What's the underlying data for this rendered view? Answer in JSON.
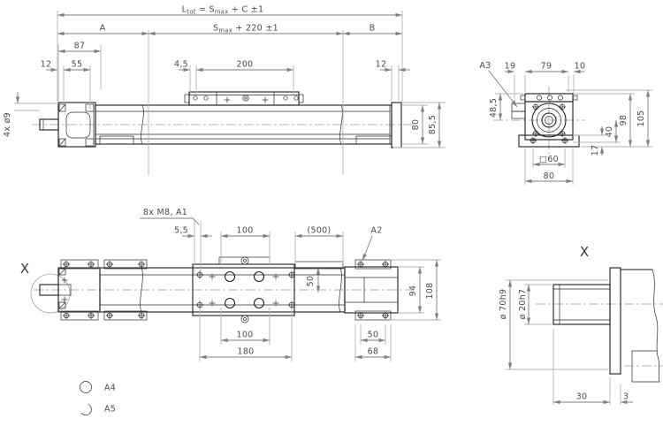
{
  "meta": {
    "kind": "technical-dimension-drawing",
    "subject": "linear-actuator-unit",
    "colors": {
      "object_line": "#1d1d1d",
      "dimension_line": "#7d7d7d",
      "extension_line": "#b4b4b4",
      "text": "#4a4a4a",
      "background": "#ffffff"
    }
  },
  "labels": {
    "side": {
      "ltot": {
        "p1": "L",
        "s1": "tot",
        "p2": " =  S",
        "s2": "max",
        "p3": " +  C  ±1"
      },
      "a": "A",
      "smax": {
        "p1": "S",
        "s1": "max",
        "p2": " +  220  ±1"
      },
      "b": "B",
      "d87": "87",
      "d12l": "12",
      "d55": "55",
      "d45": "4,5",
      "d200": "200",
      "d12r": "12",
      "holes": "4x  ø9",
      "d80": "80",
      "d855": "85,5"
    },
    "end": {
      "a3": "A3",
      "d19": "19",
      "d79": "79",
      "d10": "10",
      "d485": "48,5",
      "d98": "98",
      "d105": "105",
      "d40": "40",
      "d17": "17",
      "sq60": "□60",
      "d80": "80"
    },
    "plan": {
      "x": "X",
      "m8": "8x  M8,  A1",
      "d55": "5,5",
      "d100t": "100",
      "d500": "(500)",
      "a2": "A2",
      "d50m": "50",
      "d94": "94",
      "d108": "108",
      "d100b": "100",
      "d180": "180",
      "d50b": "50",
      "d68": "68"
    },
    "detail": {
      "x": "X",
      "dia70": "ø 70h9",
      "dia20": "ø 20h7",
      "d30": "30",
      "d3": "3"
    },
    "legend": {
      "a4": "A4",
      "a5": "A5"
    }
  }
}
